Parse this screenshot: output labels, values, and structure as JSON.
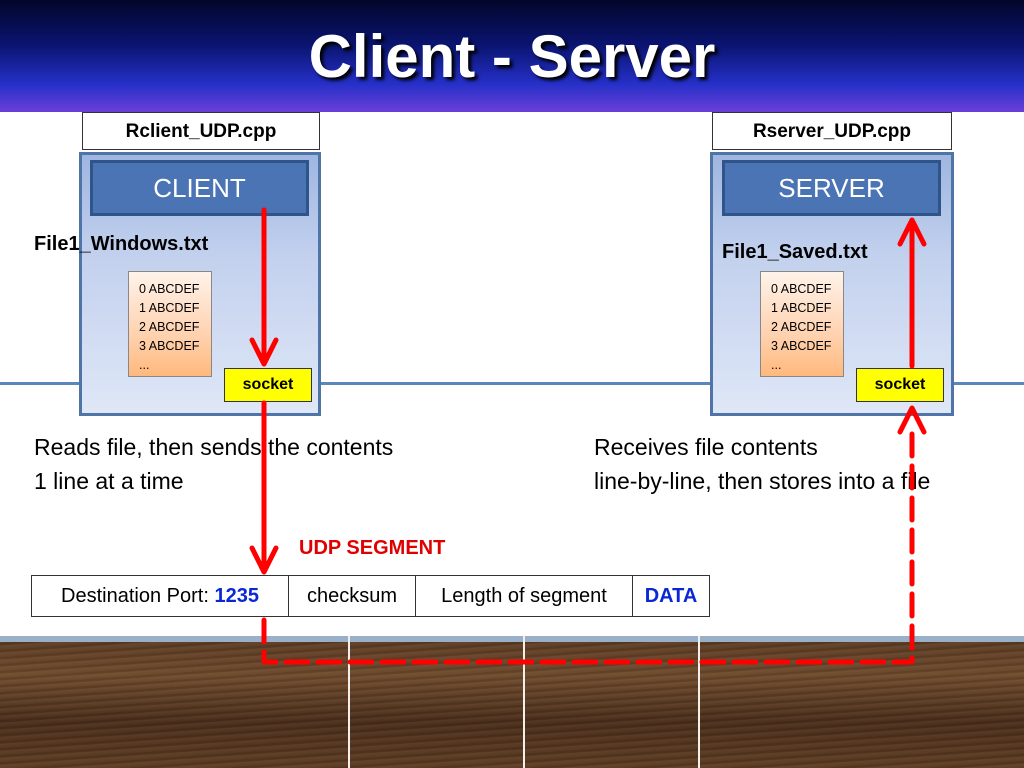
{
  "title": "Client - Server",
  "client": {
    "file_label": "Rclient_UDP.cpp",
    "header": "CLIENT",
    "file_name": "File1_Windows.txt",
    "file_lines": [
      "0 ABCDEF",
      "1 ABCDEF",
      "2 ABCDEF",
      "3 ABCDEF",
      "..."
    ],
    "socket": "socket",
    "description": [
      "Reads file, then sends the contents",
      "1 line at a time"
    ]
  },
  "server": {
    "file_label": "Rserver_UDP.cpp",
    "header": "SERVER",
    "file_name": "File1_Saved.txt",
    "file_lines": [
      "0 ABCDEF",
      "1 ABCDEF",
      "2 ABCDEF",
      "3 ABCDEF",
      "..."
    ],
    "socket": "socket",
    "description": [
      "Receives file contents",
      "line-by-line, then stores into a file"
    ]
  },
  "segment": {
    "label": "UDP SEGMENT",
    "dest_port_label": "Destination Port:",
    "dest_port_value": "1235",
    "checksum": "checksum",
    "length": "Length of segment",
    "data": "DATA"
  },
  "colors": {
    "arrow": "#ff0000",
    "socket_fill": "#ffff00",
    "header_fill": "#4a74b4",
    "accent_blue": "#0a27d6"
  }
}
